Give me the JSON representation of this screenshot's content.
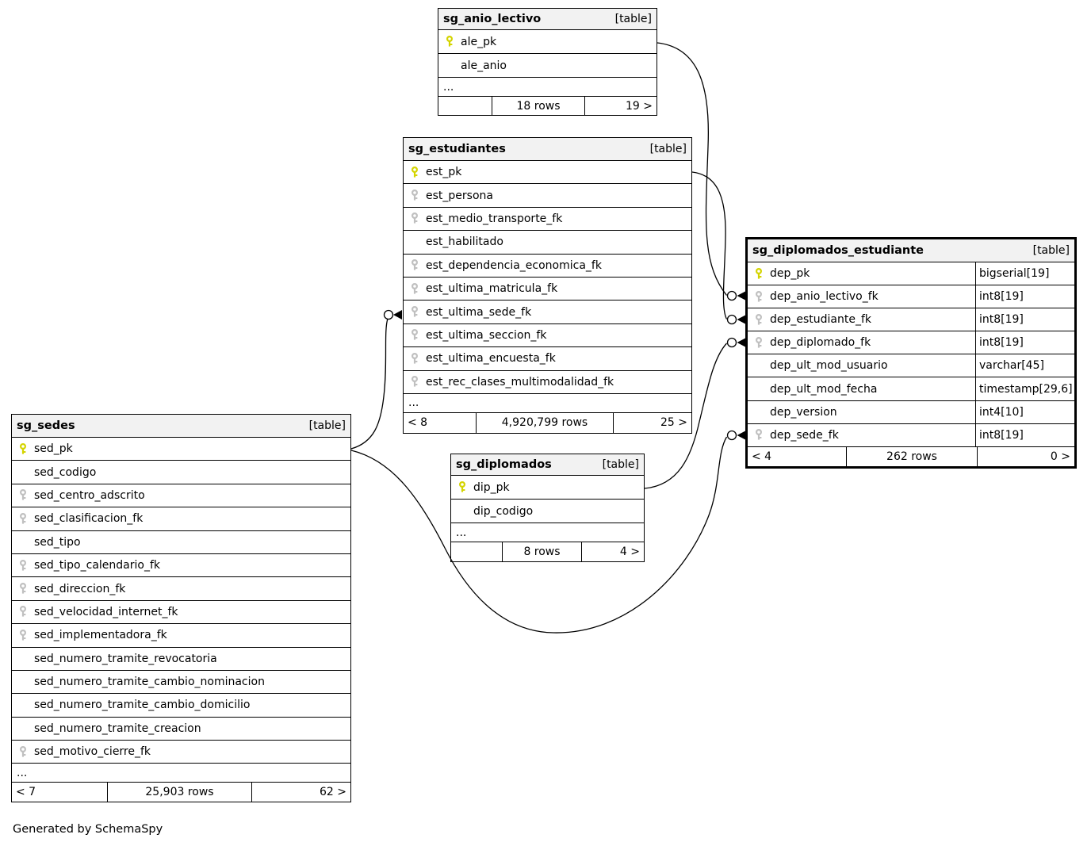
{
  "diagram": {
    "footer_note": "Generated by SchemaSpy",
    "colors": {
      "header_bg": "#f2f2f2",
      "border": "#000000",
      "pk_key": "#d4d400",
      "fk_key": "#c0c0c0",
      "row_bg": "#ffffff"
    },
    "tables": [
      {
        "name": "sg_anio_lectivo",
        "type_label": "[table]",
        "columns": [
          {
            "name": "ale_pk",
            "key": "primary"
          },
          {
            "name": "ale_anio",
            "key": "none"
          }
        ],
        "ellipsis": "...",
        "footer": {
          "left": "",
          "center": "18 rows",
          "right": "19 >"
        }
      },
      {
        "name": "sg_estudiantes",
        "type_label": "[table]",
        "columns": [
          {
            "name": "est_pk",
            "key": "primary"
          },
          {
            "name": "est_persona",
            "key": "foreign"
          },
          {
            "name": "est_medio_transporte_fk",
            "key": "foreign"
          },
          {
            "name": "est_habilitado",
            "key": "none"
          },
          {
            "name": "est_dependencia_economica_fk",
            "key": "foreign"
          },
          {
            "name": "est_ultima_matricula_fk",
            "key": "foreign"
          },
          {
            "name": "est_ultima_sede_fk",
            "key": "foreign"
          },
          {
            "name": "est_ultima_seccion_fk",
            "key": "foreign"
          },
          {
            "name": "est_ultima_encuesta_fk",
            "key": "foreign"
          },
          {
            "name": "est_rec_clases_multimodalidad_fk",
            "key": "foreign"
          }
        ],
        "ellipsis": "...",
        "footer": {
          "left": "< 8",
          "center": "4,920,799 rows",
          "right": "25 >"
        }
      },
      {
        "name": "sg_diplomados_estudiante",
        "type_label": "[table]",
        "emphasized": true,
        "columns": [
          {
            "name": "dep_pk",
            "key": "primary",
            "type": "bigserial[19]"
          },
          {
            "name": "dep_anio_lectivo_fk",
            "key": "foreign",
            "type": "int8[19]"
          },
          {
            "name": "dep_estudiante_fk",
            "key": "foreign",
            "type": "int8[19]"
          },
          {
            "name": "dep_diplomado_fk",
            "key": "foreign",
            "type": "int8[19]"
          },
          {
            "name": "dep_ult_mod_usuario",
            "key": "none",
            "type": "varchar[45]"
          },
          {
            "name": "dep_ult_mod_fecha",
            "key": "none",
            "type": "timestamp[29,6]"
          },
          {
            "name": "dep_version",
            "key": "none",
            "type": "int4[10]"
          },
          {
            "name": "dep_sede_fk",
            "key": "foreign",
            "type": "int8[19]"
          }
        ],
        "footer": {
          "left": "< 4",
          "center": "262 rows",
          "right": "0 >"
        }
      },
      {
        "name": "sg_sedes",
        "type_label": "[table]",
        "columns": [
          {
            "name": "sed_pk",
            "key": "primary"
          },
          {
            "name": "sed_codigo",
            "key": "none"
          },
          {
            "name": "sed_centro_adscrito",
            "key": "foreign"
          },
          {
            "name": "sed_clasificacion_fk",
            "key": "foreign"
          },
          {
            "name": "sed_tipo",
            "key": "none"
          },
          {
            "name": "sed_tipo_calendario_fk",
            "key": "foreign"
          },
          {
            "name": "sed_direccion_fk",
            "key": "foreign"
          },
          {
            "name": "sed_velocidad_internet_fk",
            "key": "foreign"
          },
          {
            "name": "sed_implementadora_fk",
            "key": "foreign"
          },
          {
            "name": "sed_numero_tramite_revocatoria",
            "key": "none"
          },
          {
            "name": "sed_numero_tramite_cambio_nominacion",
            "key": "none"
          },
          {
            "name": "sed_numero_tramite_cambio_domicilio",
            "key": "none"
          },
          {
            "name": "sed_numero_tramite_creacion",
            "key": "none"
          },
          {
            "name": "sed_motivo_cierre_fk",
            "key": "foreign"
          }
        ],
        "ellipsis": "...",
        "footer": {
          "left": "< 7",
          "center": "25,903 rows",
          "right": "62 >"
        }
      },
      {
        "name": "sg_diplomados",
        "type_label": "[table]",
        "columns": [
          {
            "name": "dip_pk",
            "key": "primary"
          },
          {
            "name": "dip_codigo",
            "key": "none"
          }
        ],
        "ellipsis": "...",
        "footer": {
          "left": "",
          "center": "8 rows",
          "right": "4 >"
        }
      }
    ],
    "relationships": [
      {
        "from": "sg_anio_lectivo.ale_pk",
        "to": "sg_diplomados_estudiante.dep_anio_lectivo_fk"
      },
      {
        "from": "sg_estudiantes.est_pk",
        "to": "sg_diplomados_estudiante.dep_estudiante_fk"
      },
      {
        "from": "sg_diplomados.dip_pk",
        "to": "sg_diplomados_estudiante.dep_diplomado_fk"
      },
      {
        "from": "sg_sedes.sed_pk",
        "to": "sg_estudiantes.est_ultima_sede_fk"
      },
      {
        "from": "sg_sedes.sed_pk",
        "to": "sg_diplomados_estudiante.dep_sede_fk"
      }
    ]
  }
}
